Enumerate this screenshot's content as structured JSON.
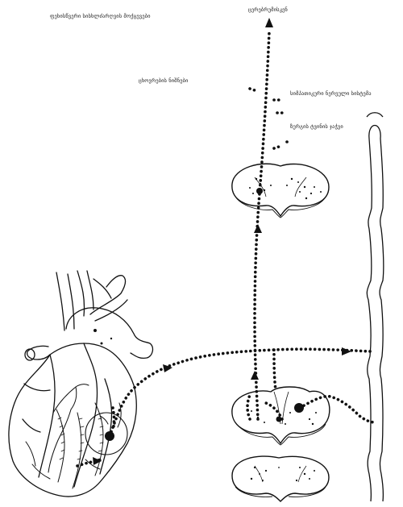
{
  "labels": {
    "top_left": "ფეხისწვერი სისხლძარღვის მოქცევები",
    "top_center": "ცერებრუმისკენ",
    "mid_left": "ცხოვრების ნიშნები",
    "right_1": "სიმპათიკური ნერვული სისტემა",
    "right_2": "ზურგის ტვინის ჯაჭვი"
  },
  "colors": {
    "ink": "#111111",
    "background": "#ffffff"
  }
}
